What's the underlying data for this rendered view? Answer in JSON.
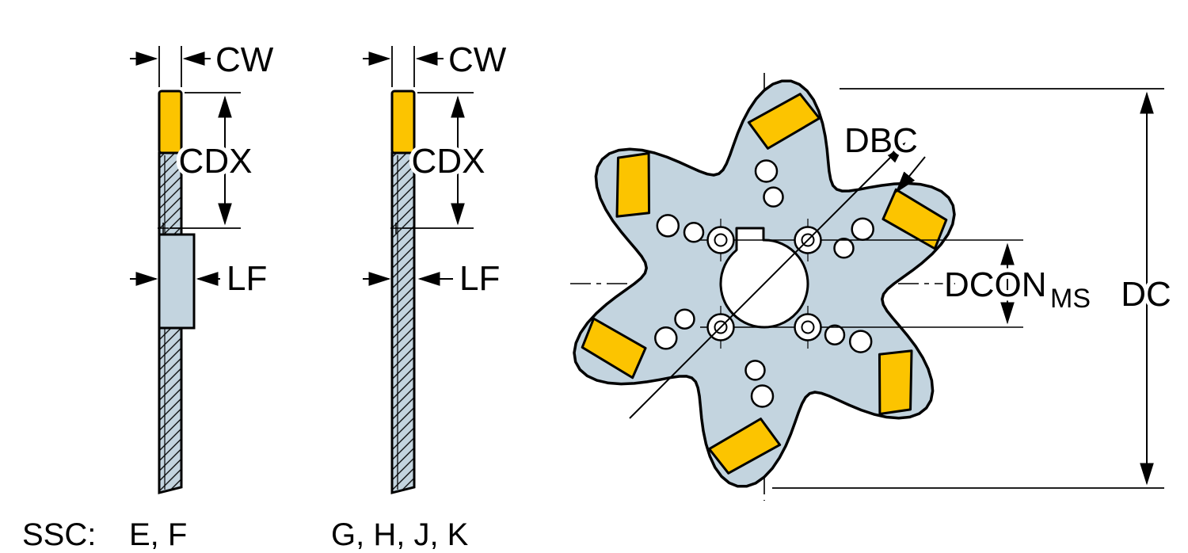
{
  "colors": {
    "background": "#ffffff",
    "body": "#c3d4df",
    "insert": "#fcc400",
    "outline": "#000000"
  },
  "dimensions": {
    "left_profile": {
      "cw": "CW",
      "cdx": "CDX",
      "lf": "LF"
    },
    "mid_profile": {
      "cw": "CW",
      "cdx": "CDX",
      "lf": "LF"
    },
    "cutter": {
      "dbc": "DBC",
      "dcon": "DCON",
      "dcon_sub": "MS",
      "dc": "DC"
    }
  },
  "footer": {
    "ssc_label": "SSC:",
    "left_profile_codes": "E, F",
    "mid_profile_codes": "G, H, J, K"
  }
}
